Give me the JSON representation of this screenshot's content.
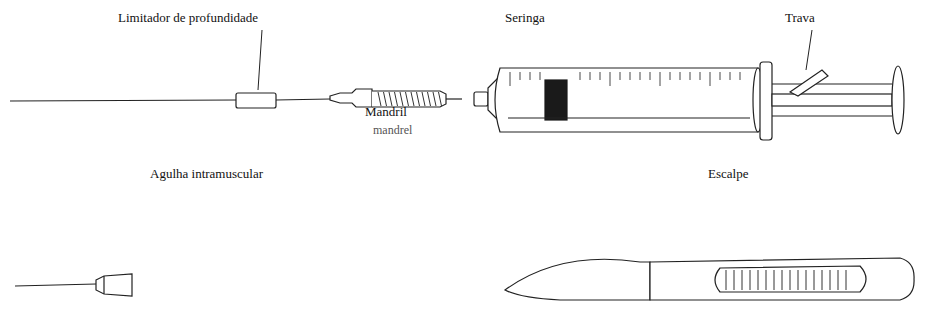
{
  "diagram": {
    "labels": [
      "Limitador de profundidade",
      "Seringa",
      "Trava",
      "Mandril",
      "mandrel",
      "Agulha intramuscular",
      "Escalpe"
    ]
  }
}
